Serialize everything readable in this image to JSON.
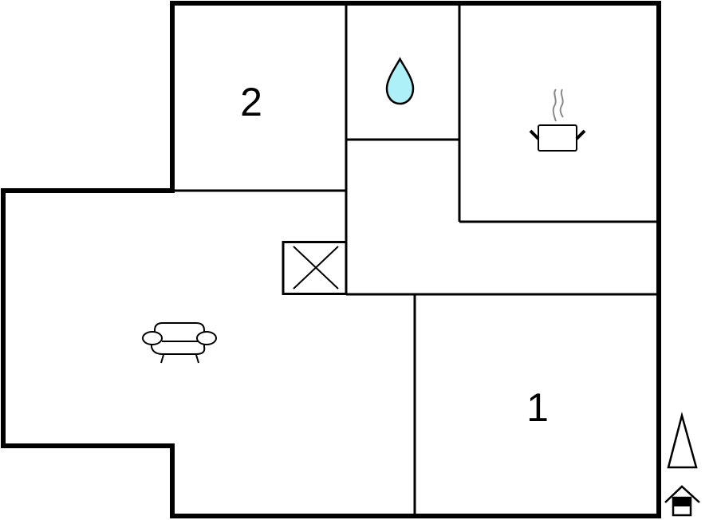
{
  "plan": {
    "type": "floor-plan",
    "colors": {
      "wall": "#000000",
      "background": "#ffffff",
      "water_fill": "#aef0f8",
      "steam": "#8a8a8a"
    },
    "rooms": [
      {
        "id": "bedroom-2",
        "label": "2",
        "kind": "bedroom"
      },
      {
        "id": "bedroom-1",
        "label": "1",
        "kind": "bedroom"
      },
      {
        "id": "bathroom",
        "label": "",
        "kind": "bathroom",
        "icon": "water-drop-icon"
      },
      {
        "id": "kitchen",
        "label": "",
        "kind": "kitchen",
        "icon": "cooking-pot-icon"
      },
      {
        "id": "living-room",
        "label": "",
        "kind": "living",
        "icon": "armchair-icon"
      },
      {
        "id": "hallway",
        "label": "",
        "kind": "hallway"
      },
      {
        "id": "utility",
        "label": "",
        "kind": "stove-or-shaft",
        "icon": "x-box-icon"
      }
    ],
    "symbols": {
      "north": "north-arrow-icon",
      "entrance": "entrance-house-icon"
    }
  }
}
